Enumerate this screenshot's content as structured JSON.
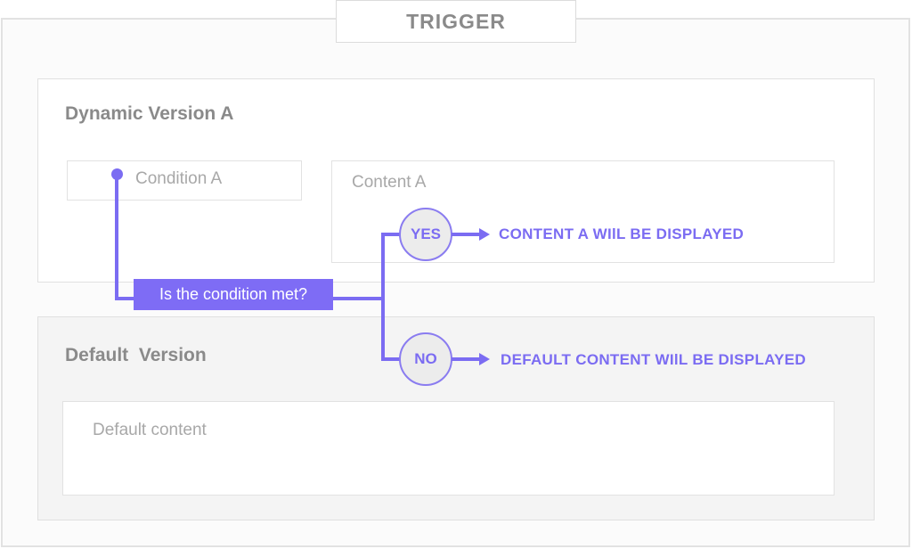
{
  "trigger": {
    "label": "TRIGGER"
  },
  "dynamic_version": {
    "title": "Dynamic Version A",
    "condition_label": "Condition A",
    "content_label": "Content A"
  },
  "decision": {
    "question": "Is the condition met?"
  },
  "branches": {
    "yes": {
      "label": "YES",
      "result": "CONTENT A WIlL BE DISPLAYED"
    },
    "no": {
      "label": "NO",
      "result": "DEFAULT CONTENT WIlL BE DISPLAYED"
    }
  },
  "default_version": {
    "title": "Default  Version",
    "content_label": "Default content"
  },
  "colors": {
    "accent": "#7b6cf2",
    "title_gray": "#8a8a8a",
    "light_gray": "#a8a8a8",
    "border": "#e0e0e0"
  }
}
